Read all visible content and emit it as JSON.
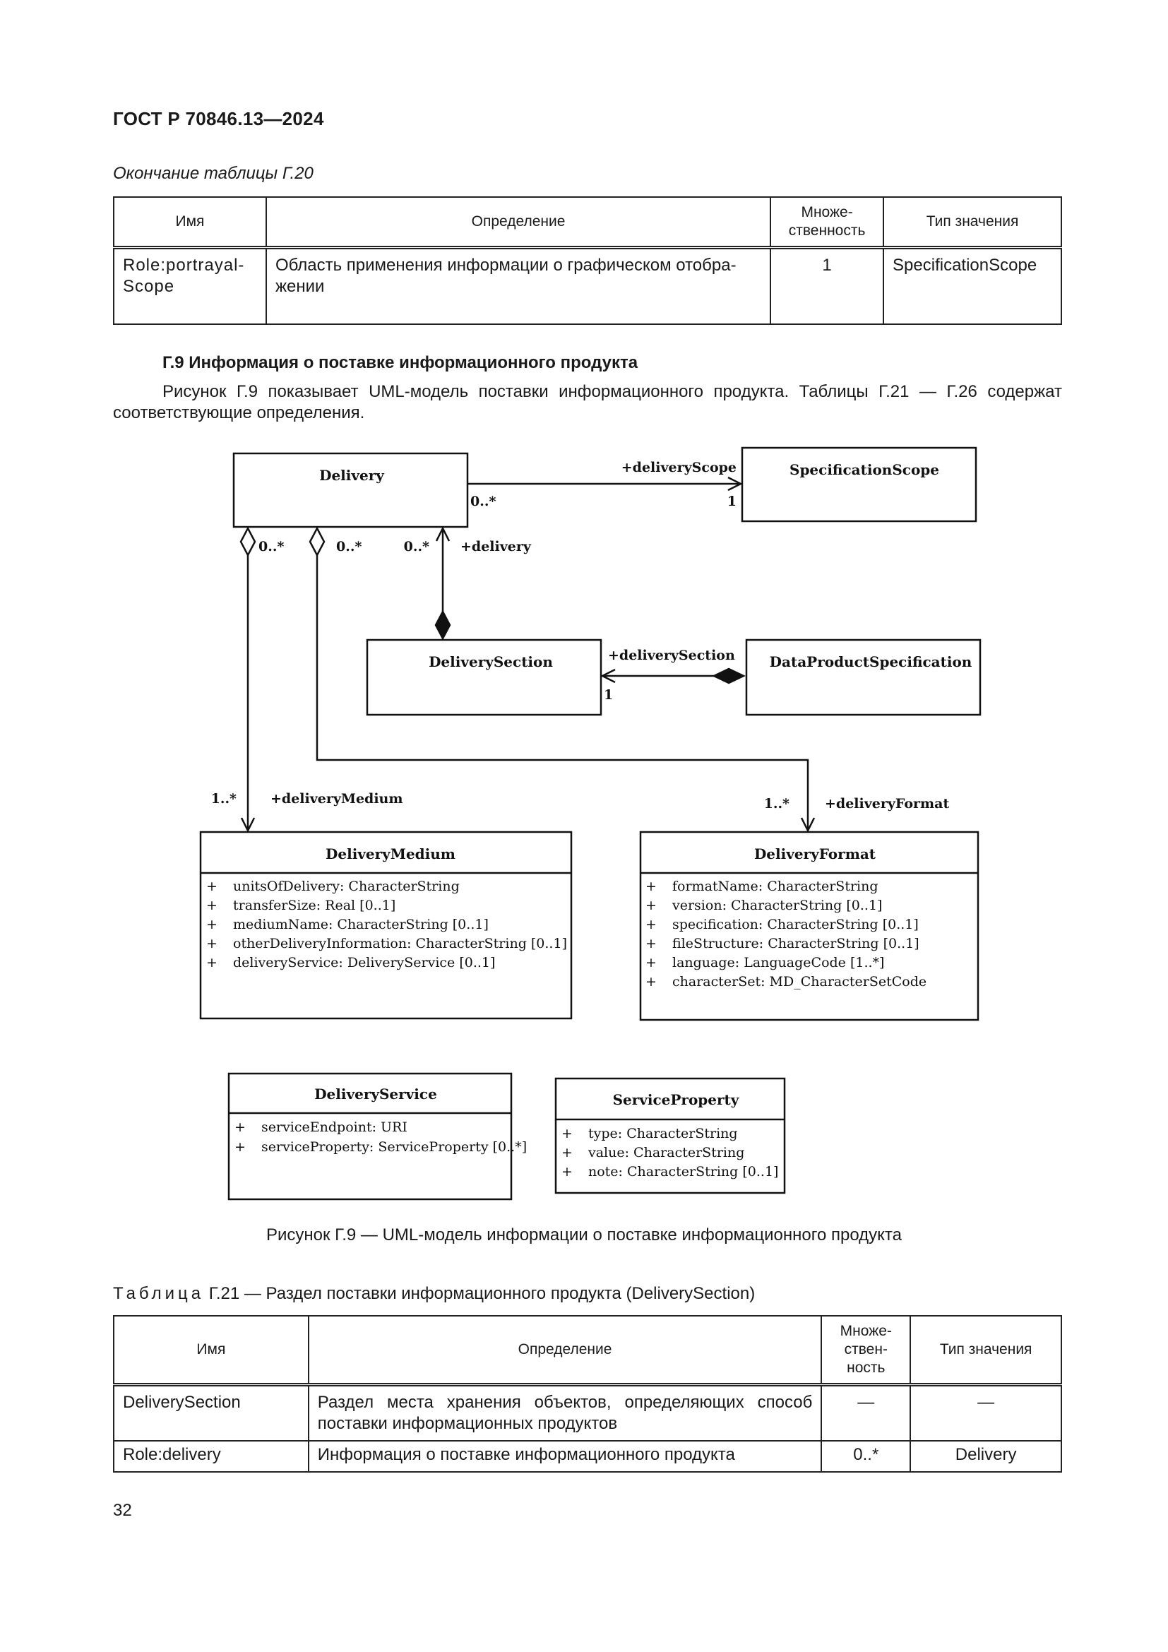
{
  "header": {
    "doc_id": "ГОСТ Р 70846.13—2024"
  },
  "table_g20": {
    "continuation_note": "Окончание таблицы Г.20",
    "columns": [
      "Имя",
      "Определение",
      "Множе-\nственность",
      "Тип значения"
    ],
    "rows": [
      {
        "name": "Role:portrayal-\nScope",
        "definition": "Область применения информации о графическом отобра-\nжении",
        "multiplicity": "1",
        "type": "SpecificationScope"
      }
    ]
  },
  "section": {
    "title": "Г.9 Информация о поставке информационного продукта",
    "paragraph_line1": "Рисунок Г.9 показывает UML-модель поставки информационного продукта. Таблицы Г.21 — Г.26 содержат",
    "paragraph_line2": "соответствующие определения."
  },
  "diagram": {
    "classes": {
      "delivery": {
        "name": "Delivery"
      },
      "specification_scope": {
        "name": "SpecificationScope"
      },
      "delivery_section": {
        "name": "DeliverySection"
      },
      "data_product_specification": {
        "name": "DataProductSpecification"
      },
      "delivery_medium": {
        "name": "DeliveryMedium",
        "attributes": [
          "unitsOfDelivery: CharacterString",
          "transferSize: Real [0..1]",
          "mediumName: CharacterString [0..1]",
          "otherDeliveryInformation: CharacterString [0..1]",
          "deliveryService: DeliveryService [0..1]"
        ]
      },
      "delivery_format": {
        "name": "DeliveryFormat",
        "attributes": [
          "formatName: CharacterString",
          "version: CharacterString [0..1]",
          "specification: CharacterString [0..1]",
          "fileStructure: CharacterString [0..1]",
          "language: LanguageCode [1..*]",
          "characterSet: MD_CharacterSetCode"
        ]
      },
      "delivery_service": {
        "name": "DeliveryService",
        "attributes": [
          "serviceEndpoint: URI",
          "serviceProperty: ServiceProperty [0..*]"
        ]
      },
      "service_property": {
        "name": "ServiceProperty",
        "attributes": [
          "type: CharacterString",
          "value: CharacterString",
          "note: CharacterString [0..1]"
        ]
      }
    },
    "visibility_symbol": "+",
    "roles": {
      "delivery_scope": "+deliveryScope",
      "delivery": "+delivery",
      "delivery_section": "+deliverySection",
      "delivery_medium": "+deliveryMedium",
      "delivery_format": "+deliveryFormat"
    },
    "multiplicities": {
      "scope_source": "0..*",
      "scope_target": "1",
      "medium_source": "0..*",
      "format_source": "0..*",
      "delivery_end": "0..*",
      "section_end": "1",
      "medium_target": "1..*",
      "format_target": "1..*"
    }
  },
  "figure_caption": "Рисунок Г.9 — UML-модель информации о поставке информационного продукта",
  "table_g21": {
    "caption_prefix": "Таблица",
    "caption_rest": " Г.21 — Раздел поставки информационного продукта (DeliverySection)",
    "columns": [
      "Имя",
      "Определение",
      "Множе-\nствен-\nность",
      "Тип значения"
    ],
    "rows": [
      {
        "name": "DeliverySection",
        "definition": "Раздел места хранения объектов, определяющих способ поставки информационных продуктов",
        "multiplicity": "—",
        "type": "—"
      },
      {
        "name": "Role:delivery",
        "definition": "Информация о поставке информационного продукта",
        "multiplicity": "0..*",
        "type": "Delivery"
      }
    ]
  },
  "page_number": "32"
}
